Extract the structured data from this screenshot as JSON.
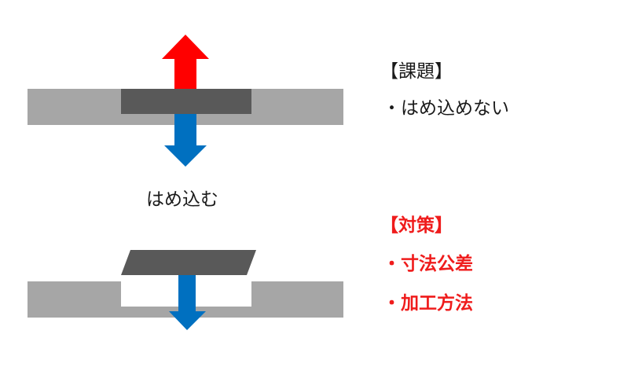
{
  "caption": "はめ込む",
  "problem": {
    "title": "【課題】",
    "items": [
      "・はめ込めない"
    ]
  },
  "solution": {
    "title": "【対策】",
    "items": [
      "・寸法公差",
      "・加工方法"
    ]
  },
  "colors": {
    "base_plate": "#a6a6a6",
    "insert_part": "#595959",
    "up_arrow": "#ff0000",
    "down_arrow": "#0070c0",
    "solution_text": "#ef1c1c",
    "body_text": "#1a1a1a",
    "recess": "#ffffff"
  }
}
